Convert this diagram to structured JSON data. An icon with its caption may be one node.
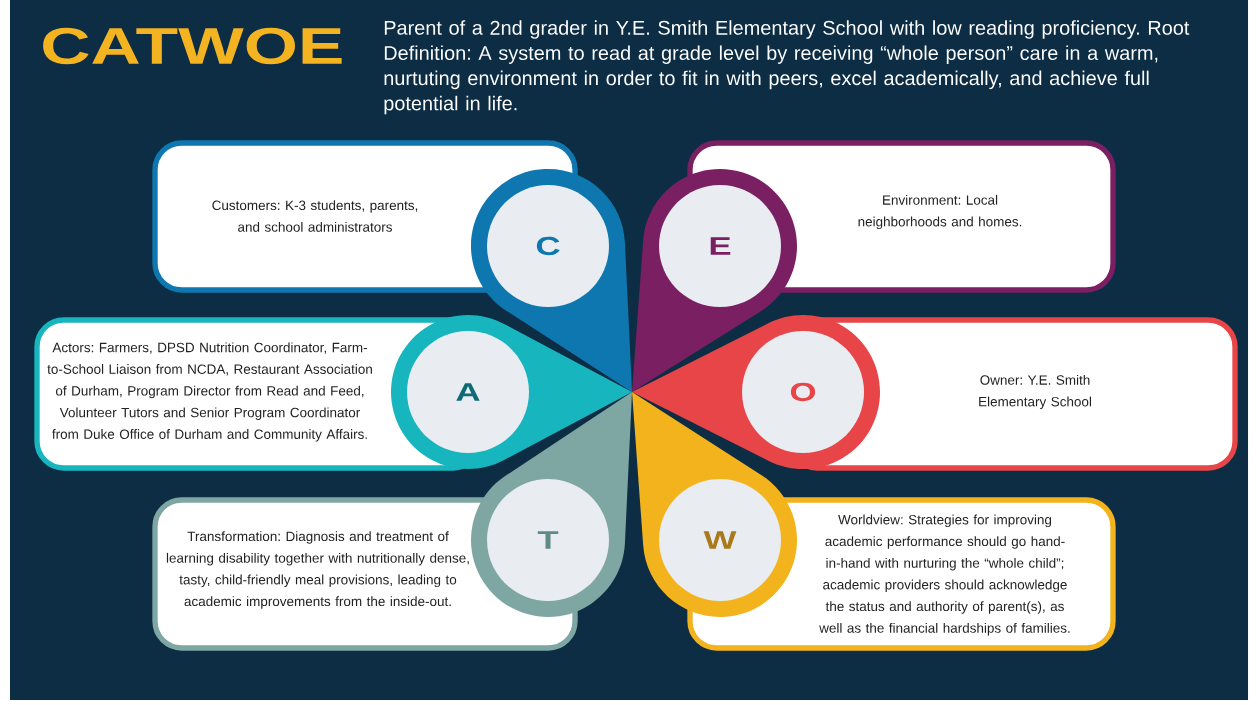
{
  "diagram": {
    "title": "CATWOE",
    "nodes": [
      {
        "text": [
          "Customers: K-3 students, parents, and school administrators",
          "C"
        ]
      },
      {
        "text": [
          "E",
          "Environment: Local neighborhoods and homes."
        ]
      },
      {
        "text": [
          "Actors: Farmers, DPSD Nutrition Coordinator, Farm-to-School Liaison from NCDA, Restaurant Association of Durham, Program Director from Read and Feed, Volunteer Tutors and Senior Program Coordinator from Duke Office of Durham and Community Affairs.",
          "A"
        ]
      },
      {
        "text": [
          "O",
          "Owner: Y.E. Smith Elementary School"
        ]
      },
      {
        "text": [
          "Transformation: Diagnosis and treatment of learning disability together with nutritionally dense, tasty, child-friendly meal provisions, leading to academic improvements from the inside-out.",
          "T"
        ]
      },
      {
        "text": [
          "W",
          "Worldview: Strategies for improving academic performance should go hand-in-hand with nurturing the “whole child”; academic providers should acknowledge the status and authority of parent(s), as well as the financial hardships of families."
        ]
      }
    ],
    "labels": [
      "Parent of a 2nd grader in Y.E. Smith Elementary School with low reading proficiency. Root Definition: A system to read at grade level by receiving “whole person” care in a warm, nurtuting environment in order to fit in with peers, excel academically, and achieve full potential in life."
    ]
  }
}
